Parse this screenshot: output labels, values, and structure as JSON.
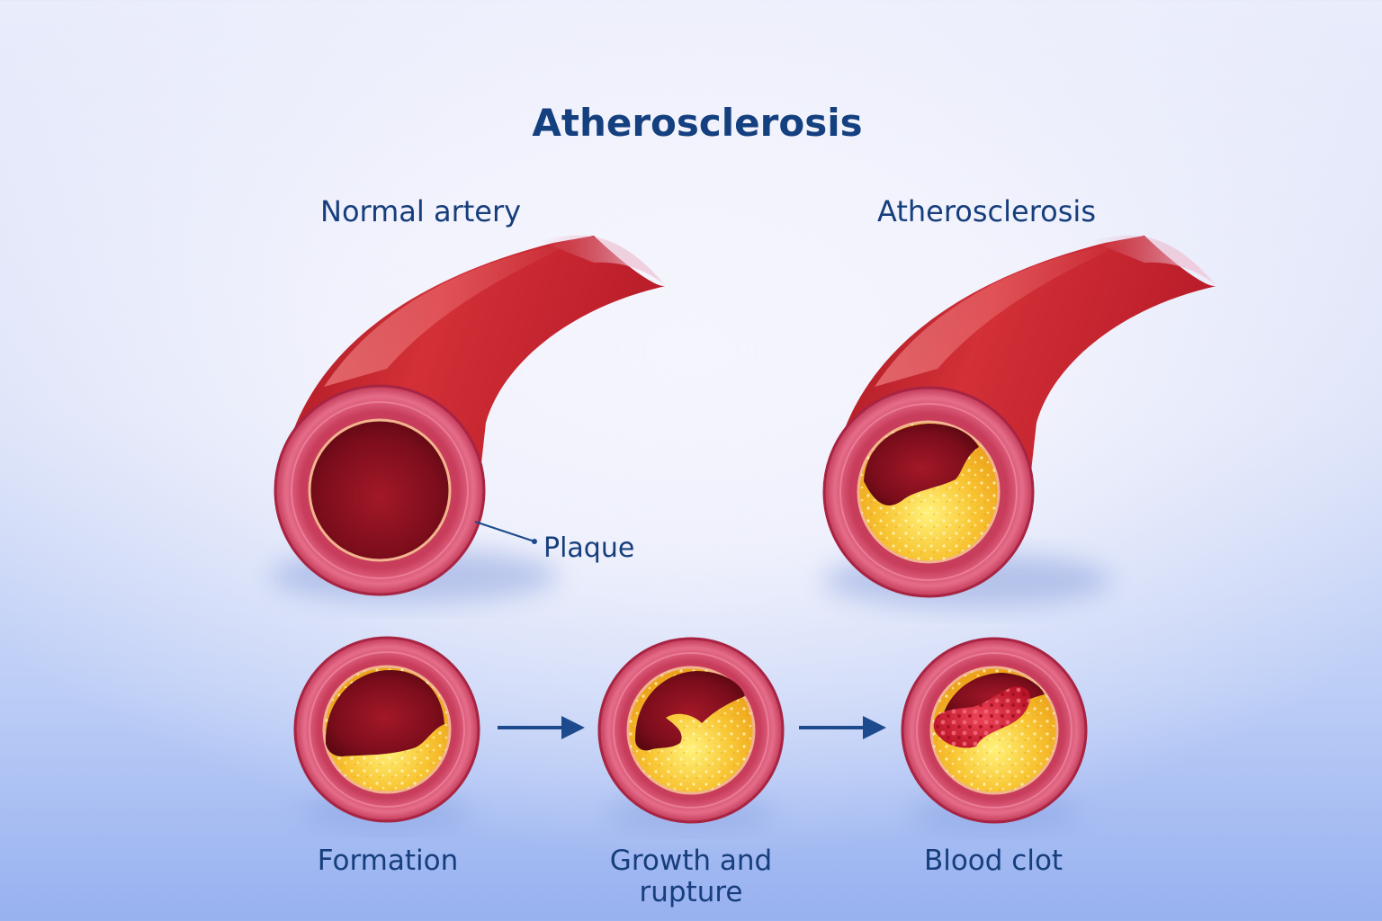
{
  "title": "Atherosclerosis",
  "panels": {
    "normal": {
      "label": "Normal artery"
    },
    "diseased": {
      "label": "Atherosclerosis"
    }
  },
  "callout": {
    "label": "Plaque"
  },
  "stages": [
    {
      "label": "Formation"
    },
    {
      "label": "Growth and rupture"
    },
    {
      "label": "Blood clot"
    }
  ],
  "colors": {
    "title_text": "#15407f",
    "label_text": "#173e7c",
    "artery_wall": "#c4202b",
    "artery_ring": "#dc5a78",
    "lumen": "#8a1020",
    "plaque": "#f6c233",
    "clot": "#d7263a",
    "arrow": "#1d4a8c"
  }
}
